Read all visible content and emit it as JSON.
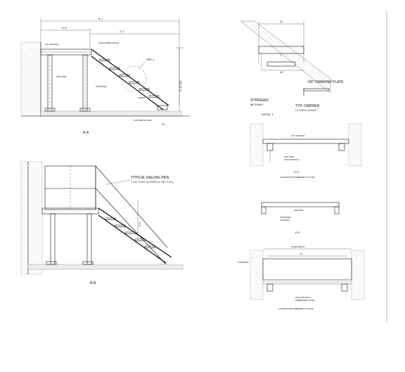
{
  "views": {
    "aa": {
      "caption": "A-A",
      "dim_overall": "8'-1",
      "dim_platform": "3'-6",
      "dim_run": "4'-7",
      "dim_height": "3'-10 1/2",
      "callout": "SEE 1",
      "grade": "11",
      "labels": [
        "3/4\" GRATING",
        "GALVANIZED ANGLE",
        "HSS PIPE",
        "STRINGER",
        "TREAD",
        "CONCRETE SLAB"
      ]
    },
    "bb": {
      "caption": "B-B",
      "railing_title": "TYPICAL RAILING PIPE",
      "railing_spec": "1 1/2\" SCH. 40 PIPE (1 7/8\" O.D.)",
      "dim_height": "3'-6"
    },
    "detail": {
      "caption": "DETAIL 1",
      "dim_top": "11",
      "dim_rise": "7",
      "dim_tread": "10",
      "dim_riser": "7",
      "diamond_plate": "5/8\" DIAMOND PLATE",
      "stringer": "STRINGER",
      "stringer_size": "MC10x8.4",
      "carrier_title": "TYP. CARRIER",
      "carrier_size": "L1-1/2x1-1/2x1/4"
    },
    "dd": {
      "caption": "D-D",
      "note": "CONNECTION EMBEDED TO SLAB",
      "labels": [
        "3/4\" GRATING",
        "HSS PIPE",
        "ANCHOR BOLT"
      ]
    },
    "ee": {
      "caption": "E-E",
      "labels": [
        "GRATING",
        "STRINGER",
        "CARRIER"
      ]
    },
    "ff": {
      "caption": "CONNECTION EMBEDED TO SLAB",
      "dim_top": "STAIR WIDTH",
      "dim_inner": "3'-6",
      "labels": [
        "STRINGER",
        "ANCHOR BOLT",
        "EMBEDDED PLATE"
      ]
    }
  }
}
